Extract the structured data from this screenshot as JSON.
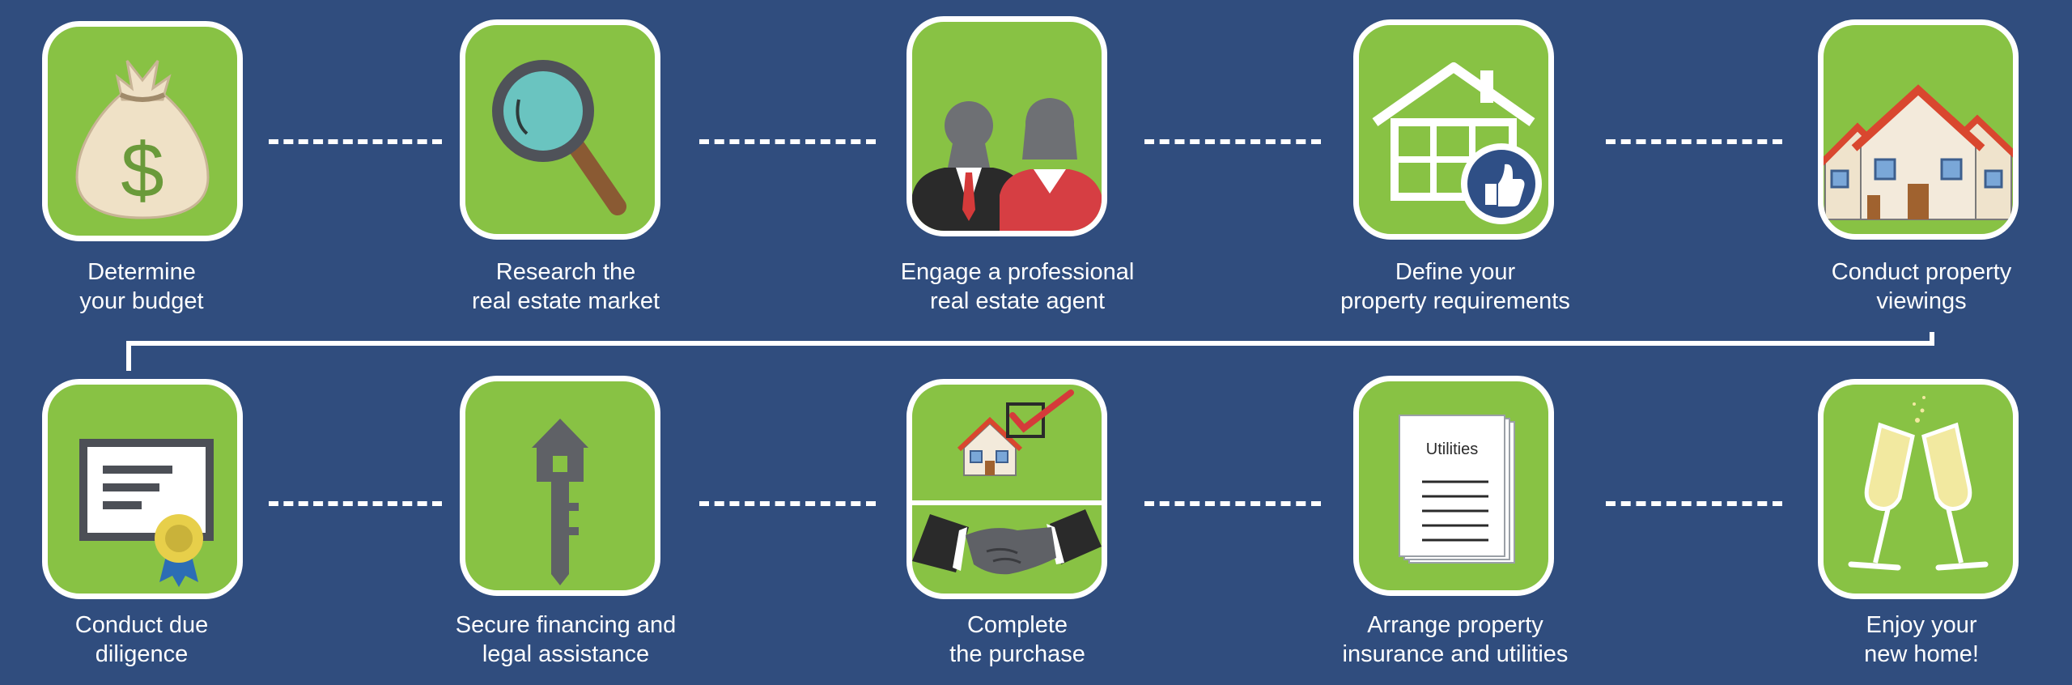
{
  "steps": [
    {
      "line1": "Determine",
      "line2": "your budget",
      "icon": "money-bag-icon"
    },
    {
      "line1": "Research the",
      "line2": "real estate market",
      "icon": "magnifying-glass-icon"
    },
    {
      "line1": "Engage a professional",
      "line2": "real estate agent",
      "icon": "agents-icon"
    },
    {
      "line1": "Define your",
      "line2": "property requirements",
      "icon": "house-thumbs-up-icon"
    },
    {
      "line1": "Conduct property",
      "line2": "viewings",
      "icon": "houses-icon"
    },
    {
      "line1": "Conduct due",
      "line2": "diligence",
      "icon": "certificate-icon"
    },
    {
      "line1": "Secure financing and",
      "line2": "legal assistance",
      "icon": "house-key-icon"
    },
    {
      "line1": "Complete",
      "line2": "the purchase",
      "icon": "handshake-checkmark-icon"
    },
    {
      "line1": "Arrange property",
      "line2": "insurance and utilities",
      "icon": "utilities-document-icon",
      "doc_title": "Utilities"
    },
    {
      "line1": "Enjoy your",
      "line2": "new home!",
      "icon": "champagne-glasses-icon"
    }
  ],
  "colors": {
    "background": "#304d7e",
    "tile": "#88c244",
    "tile_border": "#ffffff",
    "text": "#ffffff"
  }
}
